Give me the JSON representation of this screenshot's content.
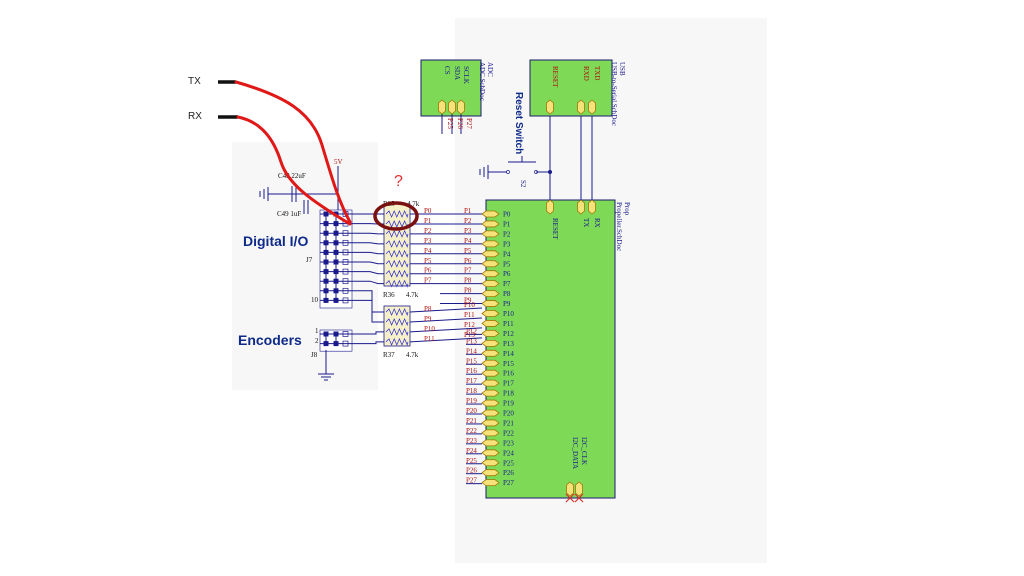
{
  "wires": {
    "tx_label": "TX",
    "rx_label": "RX"
  },
  "annotation": {
    "question_mark": "?"
  },
  "labels": {
    "digital_io": "Digital I/O",
    "encoders": "Encoders",
    "reset_switch": "Reset Switch",
    "switch_ref": "S2",
    "supply": "5V"
  },
  "capacitors": {
    "c48": "C48  22uF",
    "c49": "C49  1uF"
  },
  "headers": {
    "j7": "J7",
    "j8": "J8",
    "j7_pin10": "10",
    "j8_pin1": "1",
    "j8_pin2": "2"
  },
  "resistors": {
    "r35": "R35",
    "r35_value": "4.7k",
    "r36": "R36",
    "r36_value": "4.7k",
    "r37": "R37",
    "r37_value": "4.7k"
  },
  "adc_sheet": {
    "title": "ADC",
    "file": "ADC.SchDoc",
    "ports": [
      "CS",
      "SDA",
      "SCLK"
    ],
    "nets": [
      "P25",
      "P26",
      "P27"
    ]
  },
  "usb_sheet": {
    "title": "USB",
    "file": "USB-to-Serial.SchDoc",
    "ports": [
      "RESET",
      "RXD",
      "TXD"
    ]
  },
  "prop_sheet": {
    "title": "Prop",
    "file": "Propeller.SchDoc",
    "pins": [
      "P0",
      "P1",
      "P2",
      "P3",
      "P4",
      "P5",
      "P6",
      "P7",
      "P8",
      "P9",
      "P10",
      "P11",
      "P12",
      "P13",
      "P14",
      "P15",
      "P16",
      "P17",
      "P18",
      "P19",
      "P20",
      "P21",
      "P22",
      "P23",
      "P24",
      "P25",
      "P26",
      "P27"
    ],
    "top_ports": [
      "RESET",
      "TX",
      "RX"
    ],
    "bottom_ports": [
      "I2C_DATA",
      "I2C_CLK"
    ]
  },
  "upper_nets": [
    "P0",
    "P1",
    "P2",
    "P3",
    "P4",
    "P5",
    "P6",
    "P7"
  ],
  "lower_nets": [
    "P8",
    "P9",
    "P10",
    "P11"
  ],
  "colors": {
    "sheet_green": "#7ed957",
    "wire_red": "#e01818",
    "wire_blue": "#1a1a8c"
  }
}
